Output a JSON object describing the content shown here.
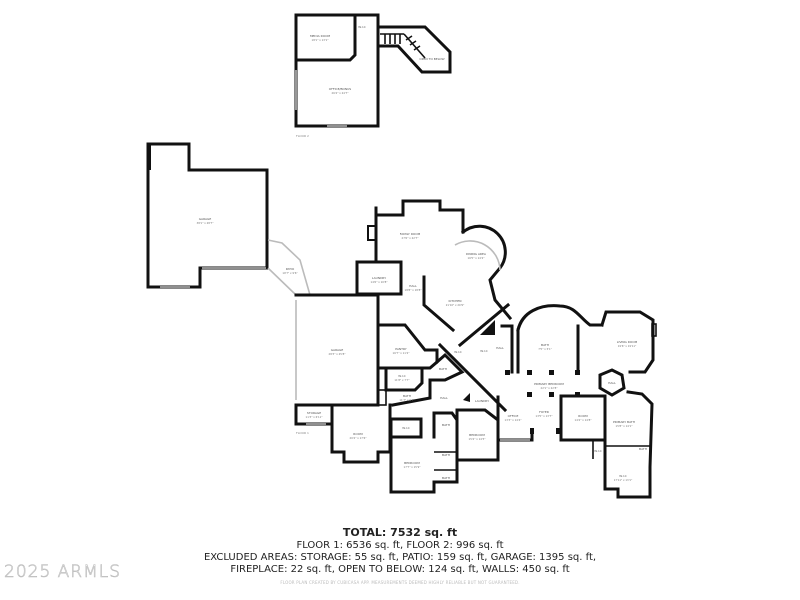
{
  "floor_plan": {
    "floor2": {
      "name": "FLOOR 2",
      "rooms": [
        {
          "label": "MEDIA ROOM",
          "dims": "18'1\" x 13'1\""
        },
        {
          "label": "W.I.C",
          "dims": "6'2\" x 4'3\""
        },
        {
          "label": "OFFICE/BONUS",
          "dims": "26'4\" x 24'7\""
        },
        {
          "label": "OPEN TO BELOW",
          "dims": ""
        }
      ]
    },
    "floor1": {
      "name": "FLOOR 1",
      "rooms": [
        {
          "label": "GARAGE",
          "dims": "38'1\" x 28'7\""
        },
        {
          "label": "PATIO",
          "dims": "19'7\" x 9'6\""
        },
        {
          "label": "FAMILY ROOM",
          "dims": "27'6\" x 22'7\""
        },
        {
          "label": "DINING AREA",
          "dims": "16'5\" x 14'2\""
        },
        {
          "label": "LAUNDRY",
          "dims": "14'6\" x 10'8\""
        },
        {
          "label": "HALL",
          "dims": "18'8\" x 18'8\""
        },
        {
          "label": "KITCHEN",
          "dims": "21'10\" x 20'9\""
        },
        {
          "label": "GARAGE",
          "dims": "28'3\" x 25'8\""
        },
        {
          "label": "PANTRY",
          "dims": "16'7\" x 11'2\""
        },
        {
          "label": "W.I.C",
          "dims": "11'8\" x 7'7\""
        },
        {
          "label": "BATH",
          "dims": "7'4\" x 8'6\""
        },
        {
          "label": "BATH",
          "dims": "11'7\" x 6'7\""
        },
        {
          "label": "HALL",
          "dims": "12'8\" x 5'8\""
        },
        {
          "label": "W.I.C",
          "dims": "7'10\" x 5'3\""
        },
        {
          "label": "W.I.C",
          "dims": "5'8\" x 5'7\""
        },
        {
          "label": "LAUNDRY",
          "dims": "7'3\" x 6'4\""
        },
        {
          "label": "STORAGE",
          "dims": "11'3\" x 6'11\""
        },
        {
          "label": "ROOM",
          "dims": "20'4\" x 17'6\""
        },
        {
          "label": "W.I.C",
          "dims": "9'4\" x 8'10\""
        },
        {
          "label": "BATH",
          "dims": "10'1\" x 8'8\""
        },
        {
          "label": "BEDROOM",
          "dims": "17'7\" x 15'9\""
        },
        {
          "label": "BATH",
          "dims": "8'7\" x 5'6\""
        },
        {
          "label": "BATH",
          "dims": "8'7\" x 5'8\""
        },
        {
          "label": "BEDROOM",
          "dims": "15'4\" x 14'5\""
        },
        {
          "label": "BATH",
          "dims": "7'5\" x 5'1\""
        },
        {
          "label": "LIVING ROOM",
          "dims": "19'6\" x 19'11\""
        },
        {
          "label": "PRIMARY BEDROOM",
          "dims": "22'1\" x 22'8\""
        },
        {
          "label": "HALL",
          "dims": "30'3\" x 5'6\""
        },
        {
          "label": "HALL",
          "dims": "7'9\" x 9'9\""
        },
        {
          "label": "OFFICE",
          "dims": "13'3\" x 14'4\""
        },
        {
          "label": "FOYER",
          "dims": "13'5\" x 13'7\""
        },
        {
          "label": "ROOM",
          "dims": "14'4\" x 14'8\""
        },
        {
          "label": "PRIMARY BATH",
          "dims": "15'8\" x 14'1\""
        },
        {
          "label": "W.I.C",
          "dims": "8'8\" x 7'4\""
        },
        {
          "label": "BATH",
          "dims": "6'10\" x 5'10\""
        },
        {
          "label": "W.I.C",
          "dims": "17'11\" x 13'1\""
        }
      ]
    }
  },
  "summary": {
    "total": "TOTAL: 7532 sq. ft",
    "floors": "FLOOR 1: 6536 sq. ft, FLOOR 2: 996 sq. ft",
    "excluded_1": "EXCLUDED AREAS: STORAGE: 55 sq. ft, PATIO: 159 sq. ft, GARAGE: 1395 sq. ft,",
    "excluded_2": "FIREPLACE: 22 sq. ft, OPEN TO BELOW: 124 sq. ft, WALLS: 450 sq. ft",
    "disclaimer": "FLOOR PLAN CREATED BY CUBICASA APP. MEASUREMENTS DEEMED HIGHLY RELIABLE BUT NOT GUARANTEED."
  },
  "watermark": "2025 ARMLS"
}
